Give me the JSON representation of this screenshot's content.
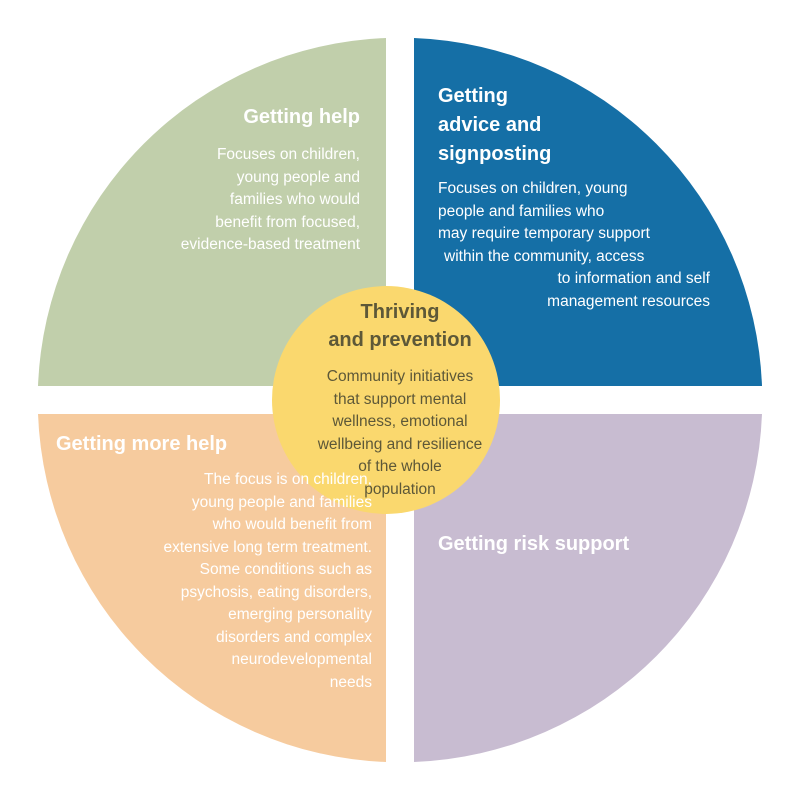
{
  "colors": {
    "getting_help": "#c1cfab",
    "getting_advice": "#156fa6",
    "getting_more_help": "#f6cb9e",
    "getting_risk_support": "#c8bcd1",
    "thriving": "#fad86e",
    "center_text": "#5d5838",
    "quadrant_text": "#ffffff"
  },
  "quadrants": {
    "top_left": {
      "title": [
        "Getting help"
      ],
      "description": [
        "Focuses on children,",
        "young people and",
        "families who would",
        "benefit from focused,",
        "evidence-based treatment"
      ]
    },
    "top_right": {
      "title": [
        "Getting",
        "advice and",
        "signposting"
      ],
      "description": [
        "Focuses on children, young",
        "people and families who",
        "may require temporary support",
        "within the community, access",
        "to information and self",
        "management resources"
      ]
    },
    "bottom_left": {
      "title": [
        "Getting more help"
      ],
      "description": [
        "The focus is on children,",
        "young people and families",
        "who would benefit from",
        "extensive long term treatment.",
        "Some conditions such as",
        "psychosis, eating disorders,",
        "emerging personality",
        "disorders and complex",
        "neurodevelopmental",
        "needs"
      ]
    },
    "bottom_right": {
      "title": [
        "Getting risk support"
      ]
    }
  },
  "center": {
    "title": [
      "Thriving",
      "and prevention"
    ],
    "description": [
      "Community initiatives",
      "that support mental",
      "wellness, emotional",
      "wellbeing and resilience",
      "of the whole",
      "population"
    ]
  }
}
